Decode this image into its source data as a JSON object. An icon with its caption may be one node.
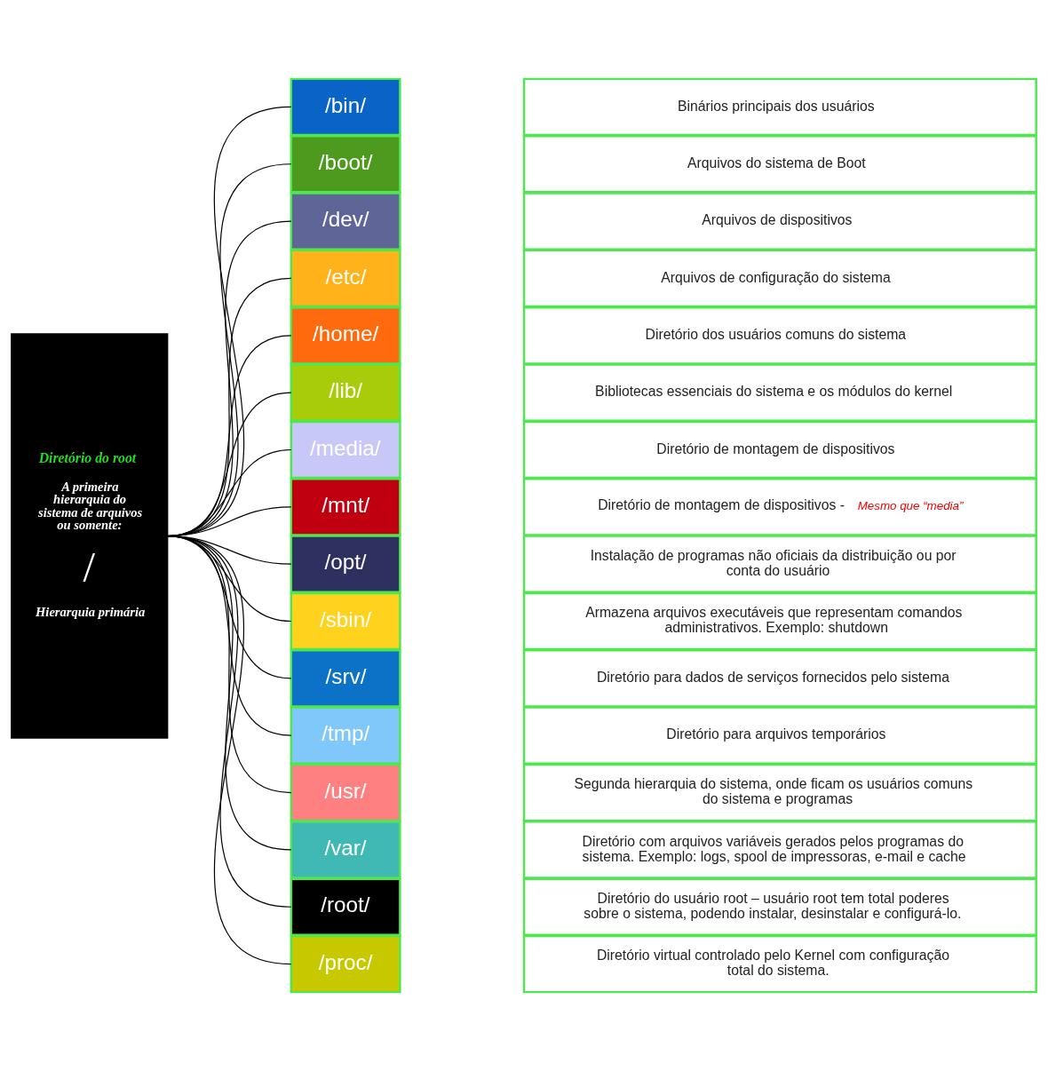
{
  "diagram": {
    "nodes": [
      {
        "text": [
          "Diretório do root",
          "A primeira hierarquia do sistema de arquivos ou somente:",
          "/",
          "Hierarquia primária"
        ]
      },
      {
        "text": [
          "/bin/"
        ]
      },
      {
        "text": [
          "Binários principais dos usuários"
        ]
      },
      {
        "text": [
          "/boot/"
        ]
      },
      {
        "text": [
          "Arquivos do sistema de Boot"
        ]
      },
      {
        "text": [
          "/dev/"
        ]
      },
      {
        "text": [
          "Arquivos de dispositivos"
        ]
      },
      {
        "text": [
          "/etc/"
        ]
      },
      {
        "text": [
          "Arquivos de configuração do sistema"
        ]
      },
      {
        "text": [
          "/home/"
        ]
      },
      {
        "text": [
          "Diretório dos usuários comuns do sistema"
        ]
      },
      {
        "text": [
          "/lib/"
        ]
      },
      {
        "text": [
          "Bibliotecas essenciais do sistema e os módulos do kernel"
        ]
      },
      {
        "text": [
          "/media/"
        ]
      },
      {
        "text": [
          "Diretório de montagem de dispositivos"
        ]
      },
      {
        "text": [
          "/mnt/"
        ]
      },
      {
        "text": [
          "Diretório de montagem de dispositivos -",
          "Mesmo que “media”"
        ]
      },
      {
        "text": [
          "/opt/"
        ]
      },
      {
        "text": [
          "Instalação de programas não oficiais da distribuição ou por conta do usuário"
        ]
      },
      {
        "text": [
          "/sbin/"
        ]
      },
      {
        "text": [
          "Armazena arquivos executáveis que representam comandos administrativos. Exemplo: shutdown"
        ]
      },
      {
        "text": [
          "/srv/"
        ]
      },
      {
        "text": [
          "Diretório para dados de serviços fornecidos pelo sistema"
        ]
      },
      {
        "text": [
          "/tmp/"
        ]
      },
      {
        "text": [
          "Diretório para arquivos temporários"
        ]
      },
      {
        "text": [
          "/usr/"
        ]
      },
      {
        "text": [
          "Segunda hierarquia do sistema, onde ficam os usuários comuns do sistema e programas"
        ]
      },
      {
        "text": [
          "/var/"
        ]
      },
      {
        "text": [
          "Diretório com arquivos variáveis gerados pelos programas do sistema. Exemplo: logs, spool de impressoras, e-mail e cache"
        ]
      },
      {
        "text": [
          "/root/"
        ]
      },
      {
        "text": [
          "Diretório do usuário root – usuário root tem total poderes sobre o sistema, podendo instalar, desinstalar e configurá-lo."
        ]
      },
      {
        "text": [
          "/proc/"
        ]
      },
      {
        "text": [
          "Diretório virtual controlado pelo Kernel com configuração total do sistema."
        ]
      }
    ],
    "edges": [
      {
        "from": 0,
        "to": 1,
        "arrow": "none"
      },
      {
        "from": 0,
        "to": 3,
        "arrow": "none"
      },
      {
        "from": 0,
        "to": 5,
        "arrow": "none"
      },
      {
        "from": 0,
        "to": 7,
        "arrow": "none"
      },
      {
        "from": 0,
        "to": 9,
        "arrow": "none"
      },
      {
        "from": 0,
        "to": 11,
        "arrow": "none"
      },
      {
        "from": 0,
        "to": 13,
        "arrow": "none"
      },
      {
        "from": 0,
        "to": 15,
        "arrow": "none"
      },
      {
        "from": 0,
        "to": 17,
        "arrow": "none"
      },
      {
        "from": 0,
        "to": 19,
        "arrow": "none"
      },
      {
        "from": 0,
        "to": 21,
        "arrow": "none"
      },
      {
        "from": 0,
        "to": 23,
        "arrow": "none"
      },
      {
        "from": 0,
        "to": 25,
        "arrow": "none"
      },
      {
        "from": 0,
        "to": 27,
        "arrow": "none"
      },
      {
        "from": 0,
        "to": 29,
        "arrow": "none"
      },
      {
        "from": 0,
        "to": 31,
        "arrow": "none"
      }
    ]
  }
}
